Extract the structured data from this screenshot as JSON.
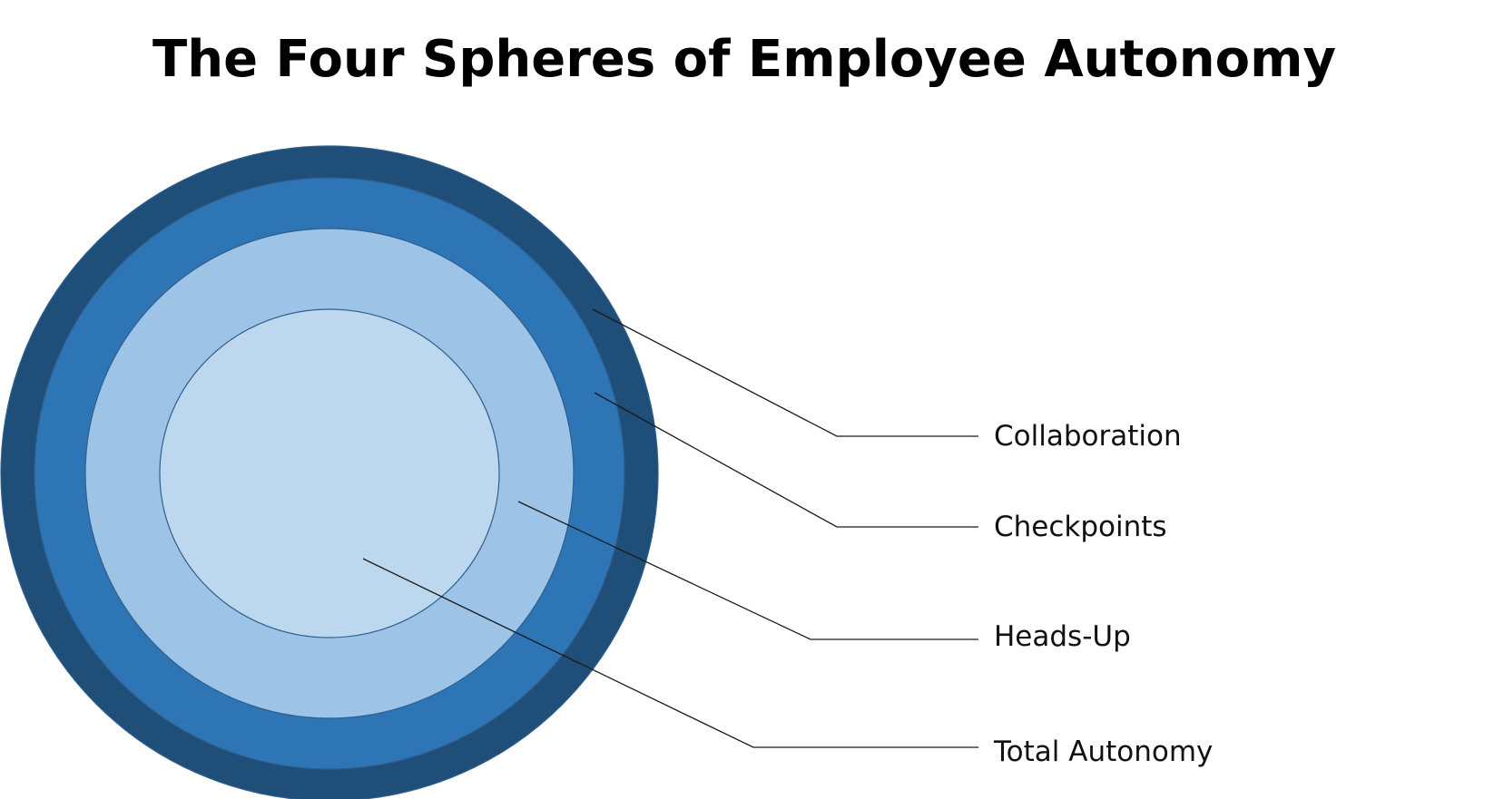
{
  "title": "The Four Spheres of Employee Autonomy",
  "spheres": [
    {
      "label": "Collaboration",
      "color": "#1F4E79"
    },
    {
      "label": "Checkpoints",
      "color": "#2E75B6"
    },
    {
      "label": "Heads-Up",
      "color": "#9DC3E6"
    },
    {
      "label": "Total Autonomy",
      "color": "#BDD7EE"
    }
  ],
  "ring_stroke_color": "#2E5F8E",
  "leader_color": "#1a1a1a"
}
